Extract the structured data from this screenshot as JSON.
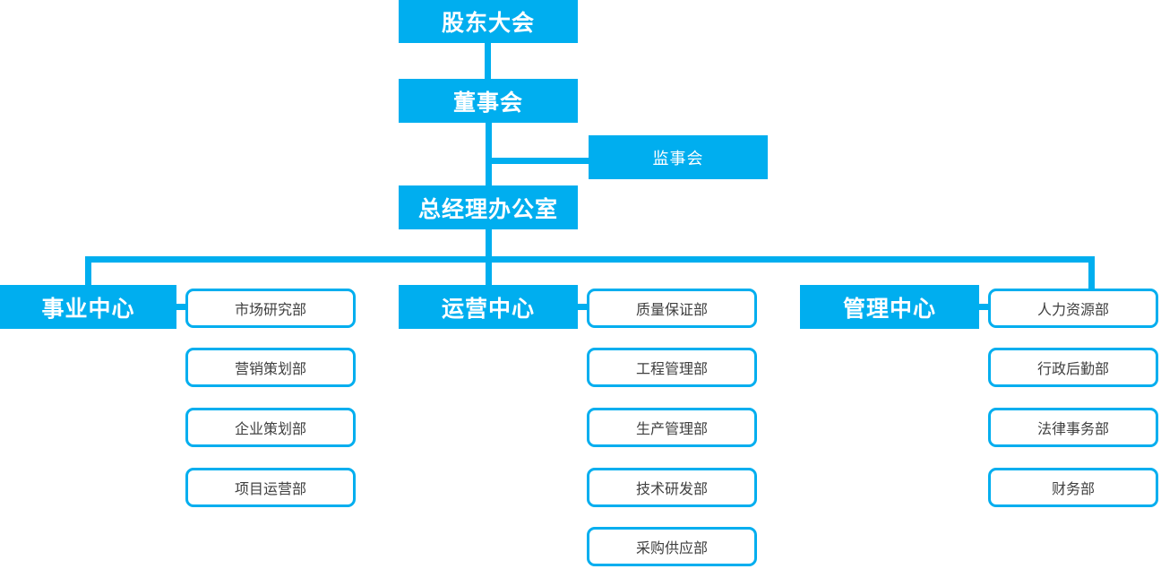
{
  "org_chart": {
    "colors": {
      "primary": "#00AEEF",
      "node_text": "#FFFFFF",
      "dept_text": "#404040",
      "dept_bg": "#FFFFFF"
    },
    "nodes": {
      "shareholders": "股东大会",
      "board": "董事会",
      "supervisory": "监事会",
      "gm_office": "总经理办公室"
    },
    "branches": [
      {
        "name": "事业中心",
        "departments": [
          "市场研究部",
          "营销策划部",
          "企业策划部",
          "项目运营部"
        ]
      },
      {
        "name": "运营中心",
        "departments": [
          "质量保证部",
          "工程管理部",
          "生产管理部",
          "技术研发部",
          "采购供应部"
        ]
      },
      {
        "name": "管理中心",
        "departments": [
          "人力资源部",
          "行政后勤部",
          "法律事务部",
          "财务部"
        ]
      }
    ]
  }
}
